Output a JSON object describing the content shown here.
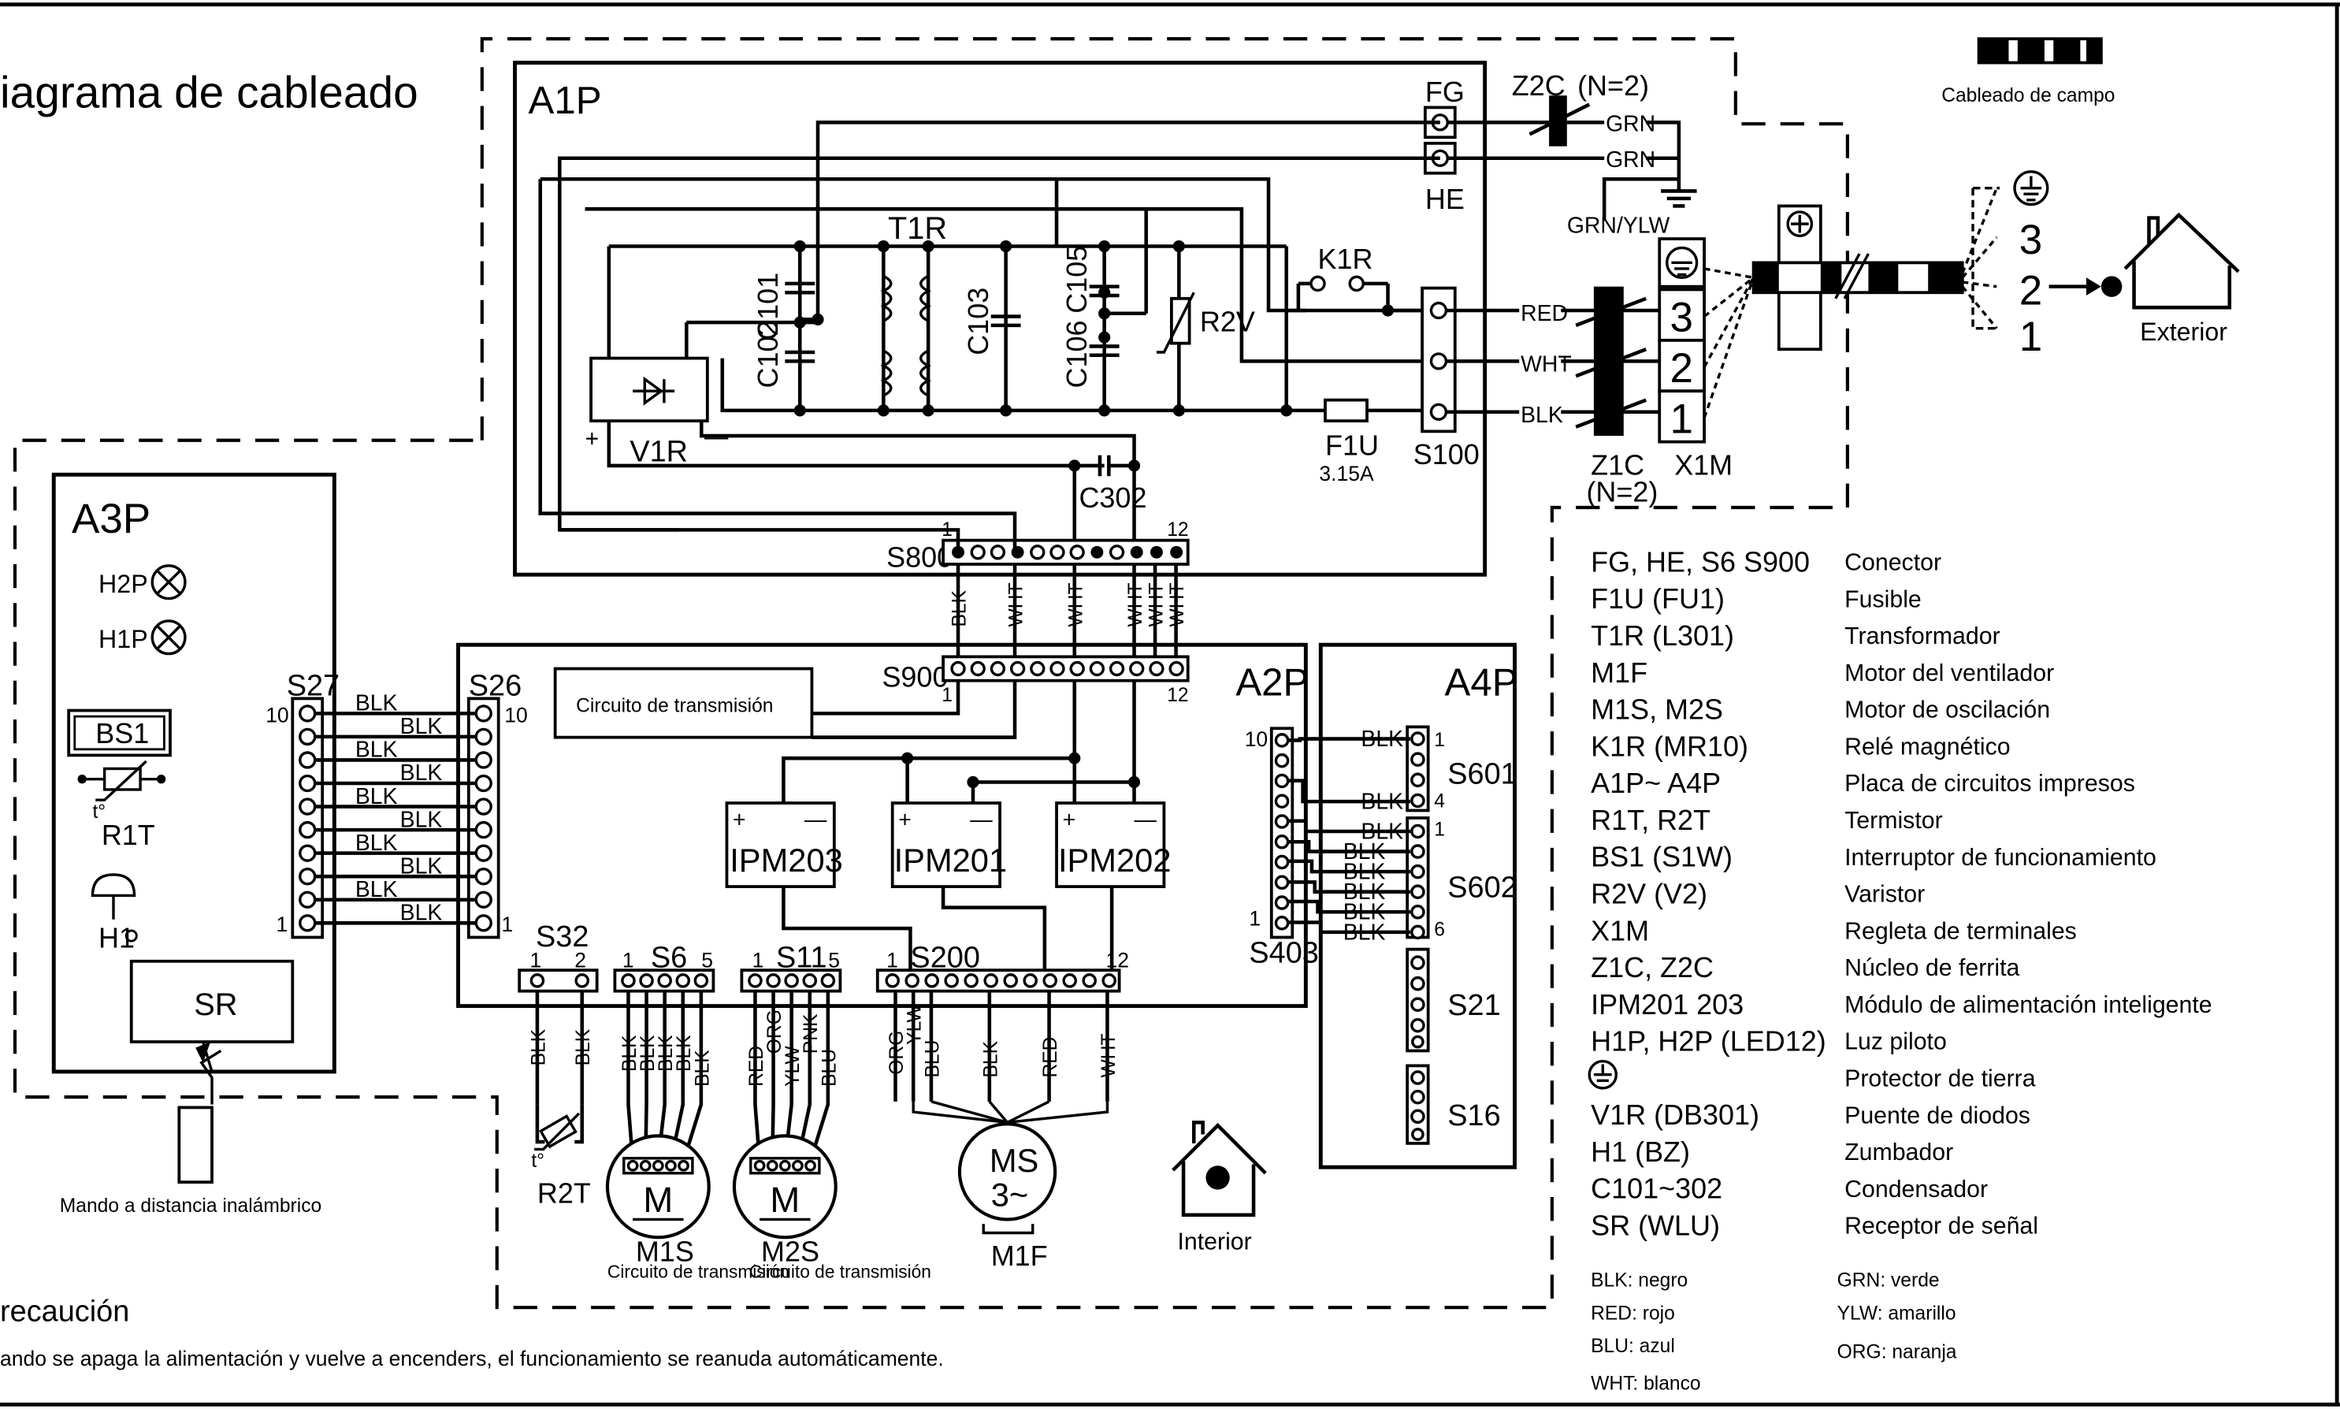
{
  "diagram": {
    "title": "iagrama de cableado",
    "field_wiring_label": "Cableado de campo",
    "boards": {
      "a1p": "A1P",
      "a2p": "A2P",
      "a3p": "A3P",
      "a4p": "A4P"
    },
    "connectors": {
      "fg": "FG",
      "he": "HE",
      "z2c": "Z2C",
      "z2c_n": "(N=2)",
      "z1c": "Z1C",
      "z1c_n": "(N=2)",
      "x1m": "X1M",
      "s100": "S100",
      "s800": "S800",
      "s900": "S900",
      "s27": "S27",
      "s26": "S26",
      "s32": "S32",
      "s6": "S6",
      "s11": "S11",
      "s200": "S200",
      "s403": "S403",
      "s601": "S601",
      "s602": "S602",
      "s21": "S21",
      "s16": "S16"
    },
    "components": {
      "t1r": "T1R",
      "k1r": "K1R",
      "r2v": "R2V",
      "v1r": "V1R",
      "f1u": "F1U",
      "f1u_rating": "3.15A",
      "c101": "C101",
      "c102": "C102",
      "c103": "C103",
      "c105": "C105",
      "c106": "C106",
      "c302": "C302",
      "ipm203": "IPM203",
      "ipm201": "IPM201",
      "ipm202": "IPM202",
      "h2p": "H2P",
      "h1p": "H1P",
      "bs1": "BS1",
      "r1t": "R1T",
      "h1": "H1",
      "sr": "SR",
      "r2t": "R2T",
      "m1s": "M1S",
      "m2s": "M2S",
      "m1f": "M1F",
      "ms": "MS",
      "ms_phase": "3~",
      "motor_m": "M",
      "t_deg": "t°"
    },
    "terminals": {
      "x1m_3": "3",
      "x1m_2": "2",
      "x1m_1": "1",
      "ext_3": "3",
      "ext_2": "2",
      "ext_1": "1"
    },
    "pin_numbers": {
      "s800_first": "1",
      "s800_last": "12",
      "s900_first": "1",
      "s900_last": "12",
      "s27_top": "10",
      "s27_bottom": "1",
      "s26_top": "10",
      "s26_bottom": "1",
      "s32_1": "1",
      "s32_2": "2",
      "s6_1": "1",
      "s6_5": "5",
      "s11_1": "1",
      "s11_5": "5",
      "s200_1": "1",
      "s200_12": "12",
      "s403_top": "10",
      "s403_bottom": "1",
      "s601_1": "1",
      "s601_4": "4",
      "s602_1": "1",
      "s602_6": "6"
    },
    "wire_colors": {
      "grn": "GRN",
      "grn_ylw": "GRN/YLW",
      "red": "RED",
      "wht": "WHT",
      "blk": "BLK",
      "org": "ORG",
      "ylw": "YLW",
      "pnk": "PNK",
      "blu": "BLU"
    },
    "labels": {
      "transmission_circuit": "Circuito de transmisión",
      "m1s_caption": "Circuito de transmisión",
      "m2s_caption": "Circuito de transmisión",
      "remote": "Mando a distancia inalámbrico",
      "outdoor": "Exterior",
      "indoor": "Interior",
      "caution_title": "recaución",
      "caution_text": "ando se apaga la alimentación y vuelve a encenders, el funcionamiento se reanuda automáticamente."
    },
    "legend": [
      {
        "code": "FG, HE, S6 S900",
        "desc": "Conector"
      },
      {
        "code": "F1U  (FU1)",
        "desc": "Fusible"
      },
      {
        "code": "T1R  (L301)",
        "desc": "Transformador"
      },
      {
        "code": "M1F",
        "desc": "Motor del ventilador"
      },
      {
        "code": "M1S, M2S",
        "desc": "Motor de oscilación"
      },
      {
        "code": "K1R  (MR10)",
        "desc": "Relé magnético"
      },
      {
        "code": "A1P~ A4P",
        "desc": "Placa de circuitos impresos"
      },
      {
        "code": "R1T, R2T",
        "desc": "Termistor"
      },
      {
        "code": "BS1  (S1W)",
        "desc": "Interruptor de funcionamiento"
      },
      {
        "code": "R2V  (V2)",
        "desc": "Varistor"
      },
      {
        "code": "X1M",
        "desc": "Regleta de terminales"
      },
      {
        "code": "Z1C, Z2C",
        "desc": "Núcleo de ferrita"
      },
      {
        "code": "IPM201  203",
        "desc": "Módulo de alimentación inteligente"
      },
      {
        "code": "H1P, H2P  (LED12)",
        "desc": "Luz piloto"
      },
      {
        "code": "",
        "desc": "Protector de tierra"
      },
      {
        "code": "V1R (DB301)",
        "desc": "Puente de diodos"
      },
      {
        "code": "H1  (BZ)",
        "desc": "Zumbador"
      },
      {
        "code": "C101~302",
        "desc": "Condensador"
      },
      {
        "code": "SR (WLU)",
        "desc": "Receptor de señal"
      }
    ],
    "color_key": [
      "BLK: negro",
      "GRN: verde",
      "RED: rojo",
      "YLW: amarillo",
      "BLU: azul",
      "ORG: naranja",
      "WHT: blanco"
    ]
  }
}
